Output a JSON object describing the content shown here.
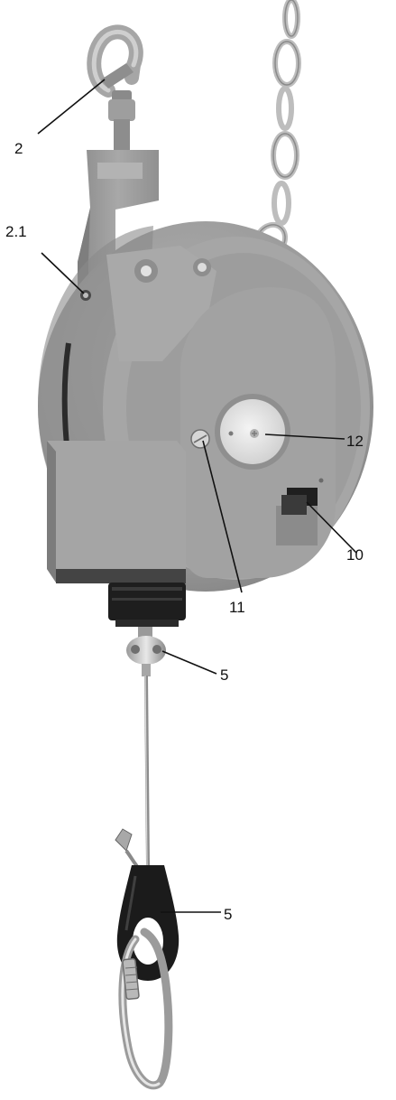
{
  "figure": {
    "callouts": [
      {
        "label": "2"
      },
      {
        "label": "2.1"
      },
      {
        "label": "12"
      },
      {
        "label": "10"
      },
      {
        "label": "11"
      },
      {
        "label": "5"
      },
      {
        "label": "5"
      }
    ],
    "colors": {
      "housing": "#9c9c9c",
      "housing_shadow": "#7a7a7a",
      "housing_light": "#b8b8b8",
      "chain": "#c4c4c4",
      "black_part": "#1c1c1c",
      "metal": "#d2d2d2",
      "leader_line": "#111111"
    }
  }
}
